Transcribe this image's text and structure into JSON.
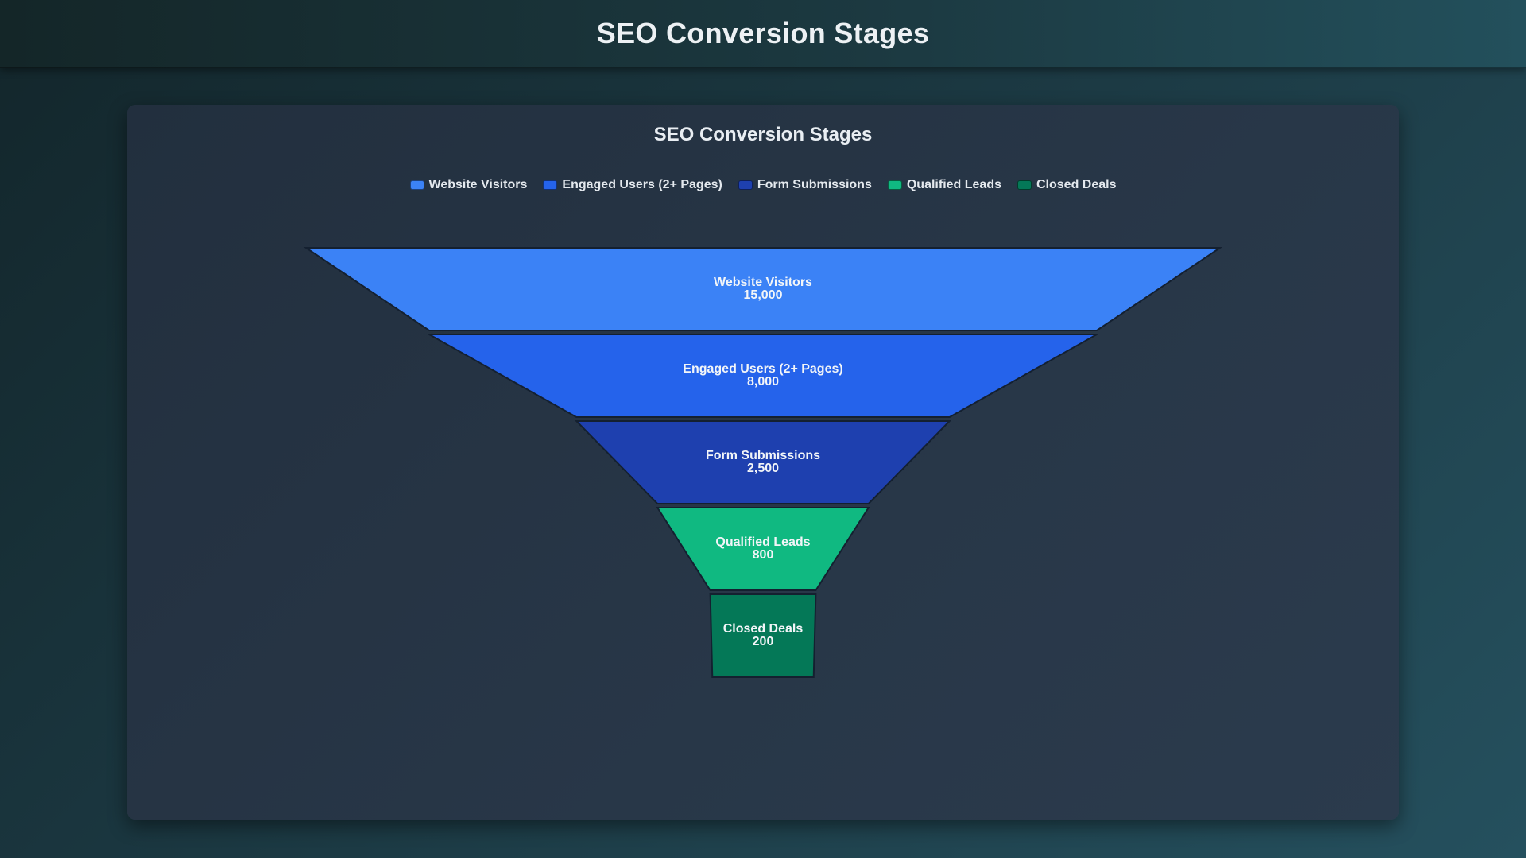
{
  "page": {
    "title": "SEO Conversion Stages"
  },
  "chart_data": {
    "type": "funnel",
    "title": "SEO Conversion Stages",
    "legend_position": "top",
    "categories": [
      "Website Visitors",
      "Engaged Users (2+ Pages)",
      "Form Submissions",
      "Qualified Leads",
      "Closed Deals"
    ],
    "values": [
      15000,
      8000,
      2500,
      800,
      200
    ],
    "value_labels": [
      "15,000",
      "8,000",
      "2,500",
      "800",
      "200"
    ],
    "colors": [
      "#3b82f6",
      "#2563eb",
      "#1e40af",
      "#10b981",
      "#047857"
    ]
  }
}
